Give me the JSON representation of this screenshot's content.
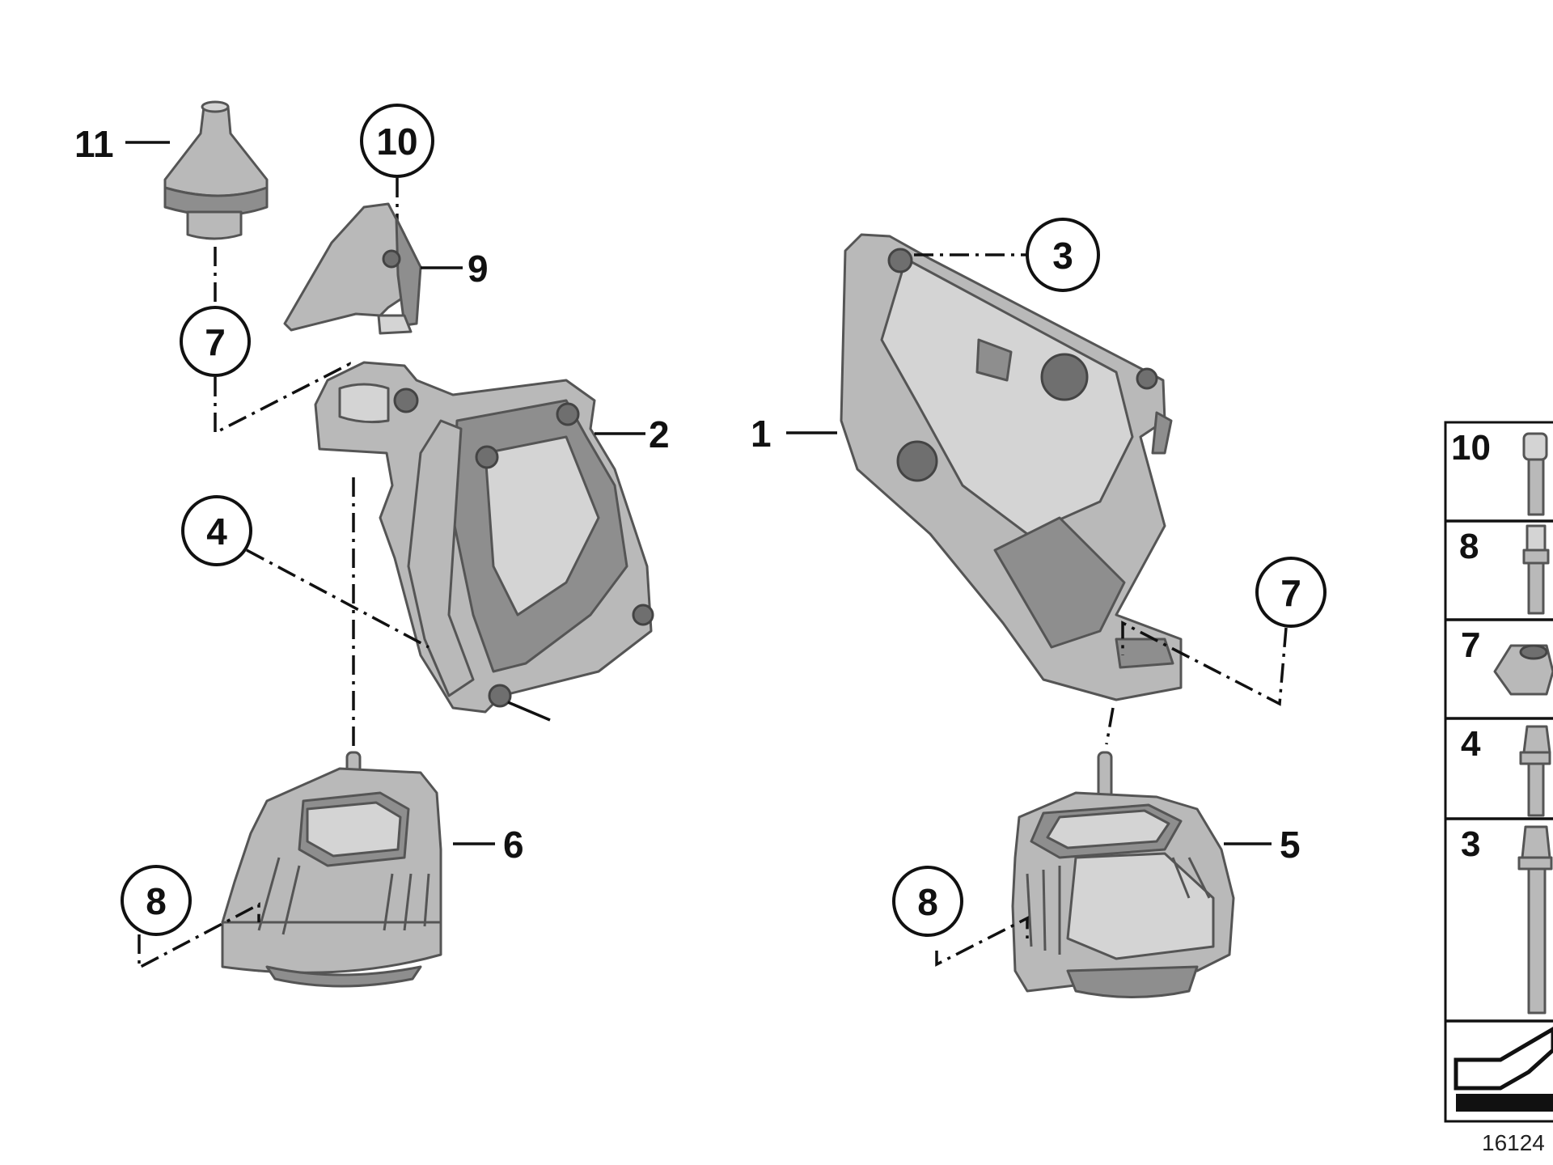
{
  "diagram": {
    "callouts": {
      "c1": "1",
      "c2": "2",
      "c3": "3",
      "c4": "4",
      "c5": "5",
      "c6": "6",
      "c7a": "7",
      "c7b": "7",
      "c8a": "8",
      "c8b": "8",
      "c9": "9",
      "c10": "10",
      "c11": "11"
    },
    "legend": {
      "rows": [
        "10",
        "8",
        "7",
        "4",
        "3"
      ]
    },
    "document_id": "16124"
  }
}
